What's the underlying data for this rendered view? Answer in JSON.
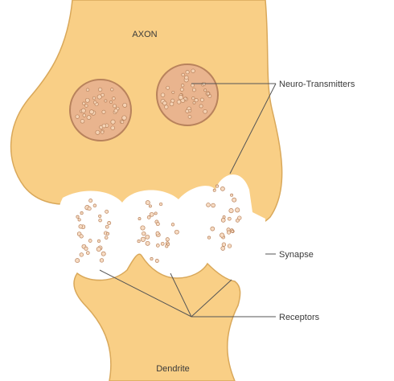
{
  "labels": {
    "axon": "AXON",
    "neuro_transmitters": "Neuro-Transmitters",
    "synapse": "Synapse",
    "receptors": "Receptors",
    "dendrite": "Dendrite"
  },
  "colors": {
    "neuron_fill": "#f9cf86",
    "neuron_outline": "#d9a85a",
    "vesicle_fill": "#e9b48e",
    "vesicle_outline": "#b8825c",
    "molecule_outline": "#b8825c",
    "leader_line": "#555555",
    "label_text": "#3a3a3a"
  }
}
